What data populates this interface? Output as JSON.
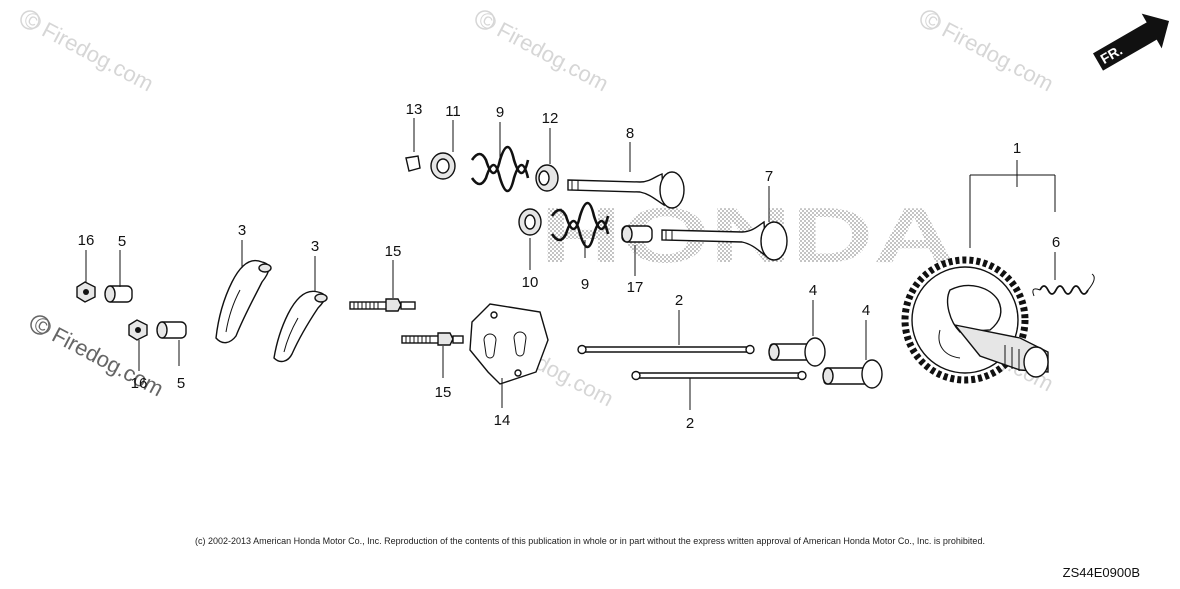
{
  "watermark": "Firedog.com",
  "watermark_symbol": "©",
  "brand_logo": "HONDA",
  "front_indicator": "FR.",
  "callouts": [
    "1",
    "2",
    "2",
    "3",
    "3",
    "4",
    "4",
    "5",
    "5",
    "6",
    "7",
    "8",
    "9",
    "9",
    "10",
    "11",
    "12",
    "13",
    "14",
    "15",
    "15",
    "16",
    "16",
    "17"
  ],
  "copyright": "(c) 2002-2013 American Honda Motor Co., Inc. Reproduction of the contents of this publication in whole or in part without the express written approval of American Honda Motor Co., Inc. is prohibited.",
  "drawing_number": "ZS44E0900B"
}
